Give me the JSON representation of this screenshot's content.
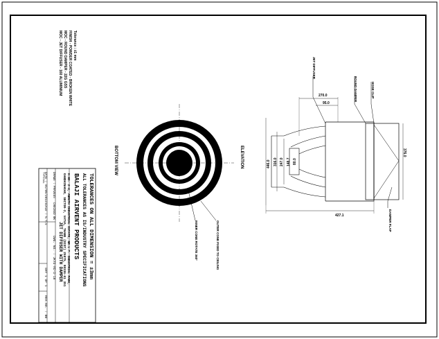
{
  "notes": {
    "moc_jet": "MOC - JET DIFFUSER - 160 ALUMINIUM",
    "moc_round": "MOC - ROUND DAMPER - 22G GSS",
    "finish": "FINISH - POWDER COATED - BROKEN WHITE",
    "tolerance": "Tolerance : ±1 mm"
  },
  "views": {
    "bottom": "BOTTOM VIEW",
    "elevation": "ELEVATION"
  },
  "labels": {
    "jet_diffuser": "JET DIFFUSER",
    "round_damper": "ROUND DAMPER",
    "hose_clip": "HOSE CLIP",
    "damper_flap": "DAMPER FLAP",
    "outer_cone": "OUTER CONE FIXED TO CEILING",
    "inner_cone": "INNER CONE ROTATE 360°"
  },
  "dimensions": {
    "d270": "270.0",
    "d95": "95.0",
    "d446": "446.0",
    "d316": "316.0",
    "d247": "247.0",
    "d148": "148.7",
    "d80": "80.0",
    "d376": "376.0",
    "d427": "427.1"
  },
  "title_block": {
    "tol1": "TOLERANCES ON ALL DIMENSION = ±3mm",
    "tol2": "ALL TOLERANCES AS IS/INDUSTRY SPECIFICATIONS",
    "company": "BALAJI AIRVENT PRODUCTS",
    "addr1": "H.NO. 2-4, ANRUTH INDUSTRIAL ESTATE, NR.L.T. INDUSTRIAL PARK,",
    "addr2": "GANDHINAGAR, SECTOR-2, VATVA, THANE (DIST) 25875, 98336-61 351",
    "title": "JET DIFFUSER WITH DAMPER",
    "drawn_label": "DRAWN :",
    "drawn": "PRAVEEN",
    "checked_label": "CHECKED :",
    "checked": "RK",
    "dwg_no": "DWG. NO. : JKTD-RD-D-18",
    "date_label": "DATE :",
    "date": "01/09/2014",
    "scale_label": "SCALE :",
    "scale": "N.T.S",
    "sht": "SHT 1 OF 1",
    "rev": "REV.NO. : 00",
    "typical": "TYPICAL"
  }
}
